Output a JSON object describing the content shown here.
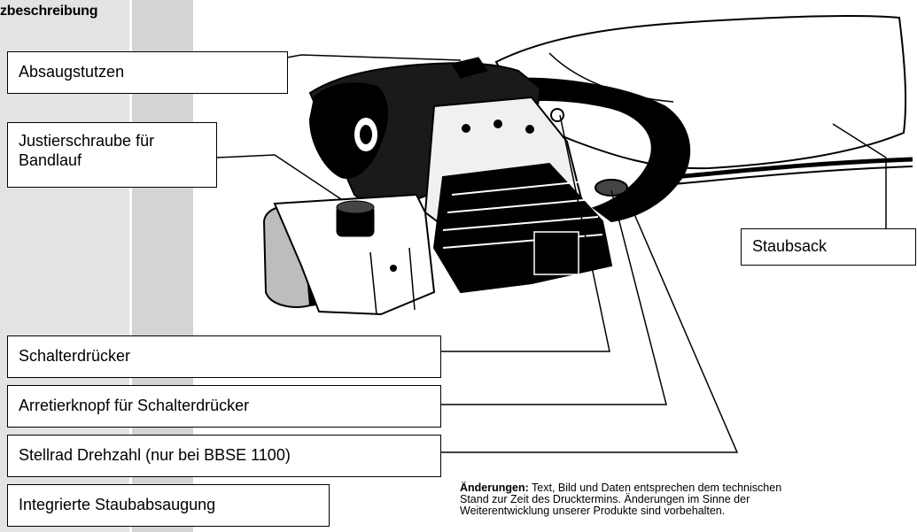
{
  "heading": "zbeschreibung",
  "labels": {
    "absaugstutzen": "Absaugstutzen",
    "justierschraube_line1": "Justierschraube für",
    "justierschraube_line2": "Bandlauf",
    "staubsack": "Staubsack",
    "schalterdruecker": "Schalterdrücker",
    "arretierknopf": "Arretierknopf für Schalterdrücker",
    "stellrad": "Stellrad Drehzahl (nur bei  BBSE 1100)",
    "staubabsaugung": "Integrierte Staubabsaugung"
  },
  "note": {
    "bold": "Änderungen:",
    "line1": " Text, Bild und Daten entsprechen dem technischen",
    "line2": "Stand zur Zeit des Drucktermins. Änderungen im Sinne der",
    "line3": "Weiterentwicklung unserer Produkte sind vorbehalten."
  },
  "colors": {
    "band_light": "#e3e3e3",
    "band_dark": "#d4d4d4"
  }
}
